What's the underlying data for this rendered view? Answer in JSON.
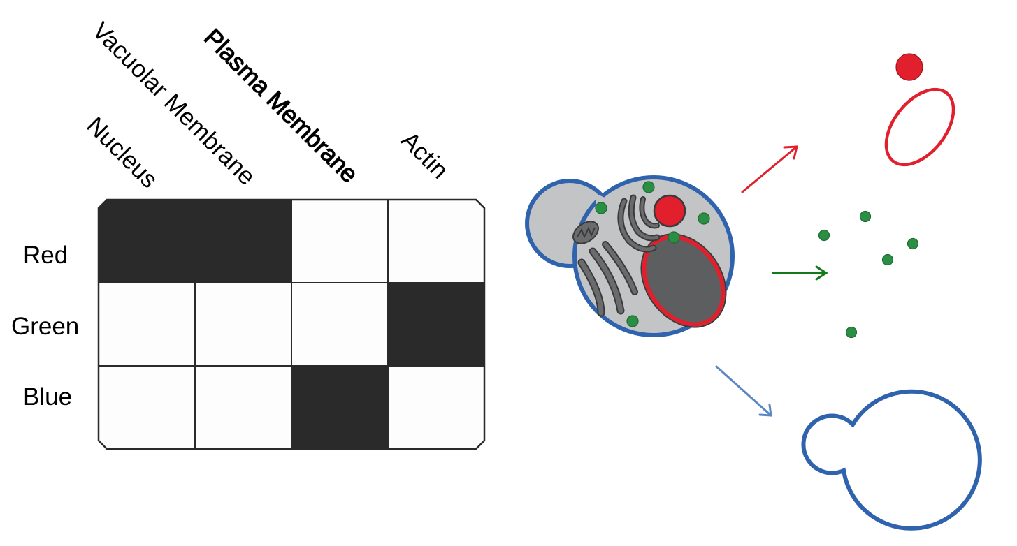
{
  "matrix": {
    "column_labels": [
      "Nucleus",
      "Vacuolar Membrane",
      "Plasma Membrane",
      "Actin"
    ],
    "row_labels": [
      "Red",
      "Green",
      "Blue"
    ],
    "cells": [
      [
        1,
        1,
        0,
        0
      ],
      [
        0,
        0,
        0,
        1
      ],
      [
        0,
        0,
        1,
        0
      ]
    ],
    "filled_color": "#2a2a2a",
    "empty_color": "#fdfdfd"
  },
  "channels": {
    "red": "#e21f2c",
    "green": "#2a8f44",
    "blue": "#2f63ad",
    "arrow_blue": "#5a86c4",
    "arrow_green": "#137a1a"
  },
  "cell_diagram": {
    "parts": [
      "bud",
      "mother-cell",
      "nucleus",
      "vacuole",
      "mitochondria",
      "golgi",
      "endoplasmic-reticulum",
      "actin-patches"
    ]
  }
}
